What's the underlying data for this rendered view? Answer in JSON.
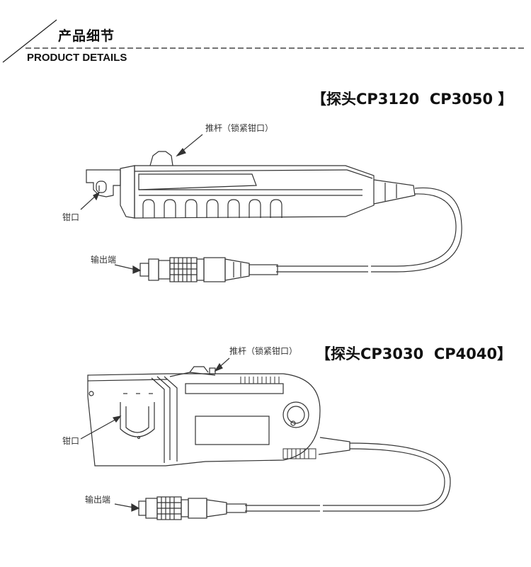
{
  "header": {
    "title_cn": "产品细节",
    "title_en": "PRODUCT DETAILS"
  },
  "probes": [
    {
      "title": "【探头CP3120  CP3050 】",
      "labels": {
        "push_rod": "推杆（锁紧钳口）",
        "jaw": "钳口",
        "output": "输出端"
      }
    },
    {
      "title": "【探头CP3030  CP4040】",
      "labels": {
        "push_rod": "推杆（锁紧钳口）",
        "jaw": "钳口",
        "output": "输出端"
      }
    }
  ],
  "colors": {
    "line": "#333333",
    "text": "#111111"
  }
}
